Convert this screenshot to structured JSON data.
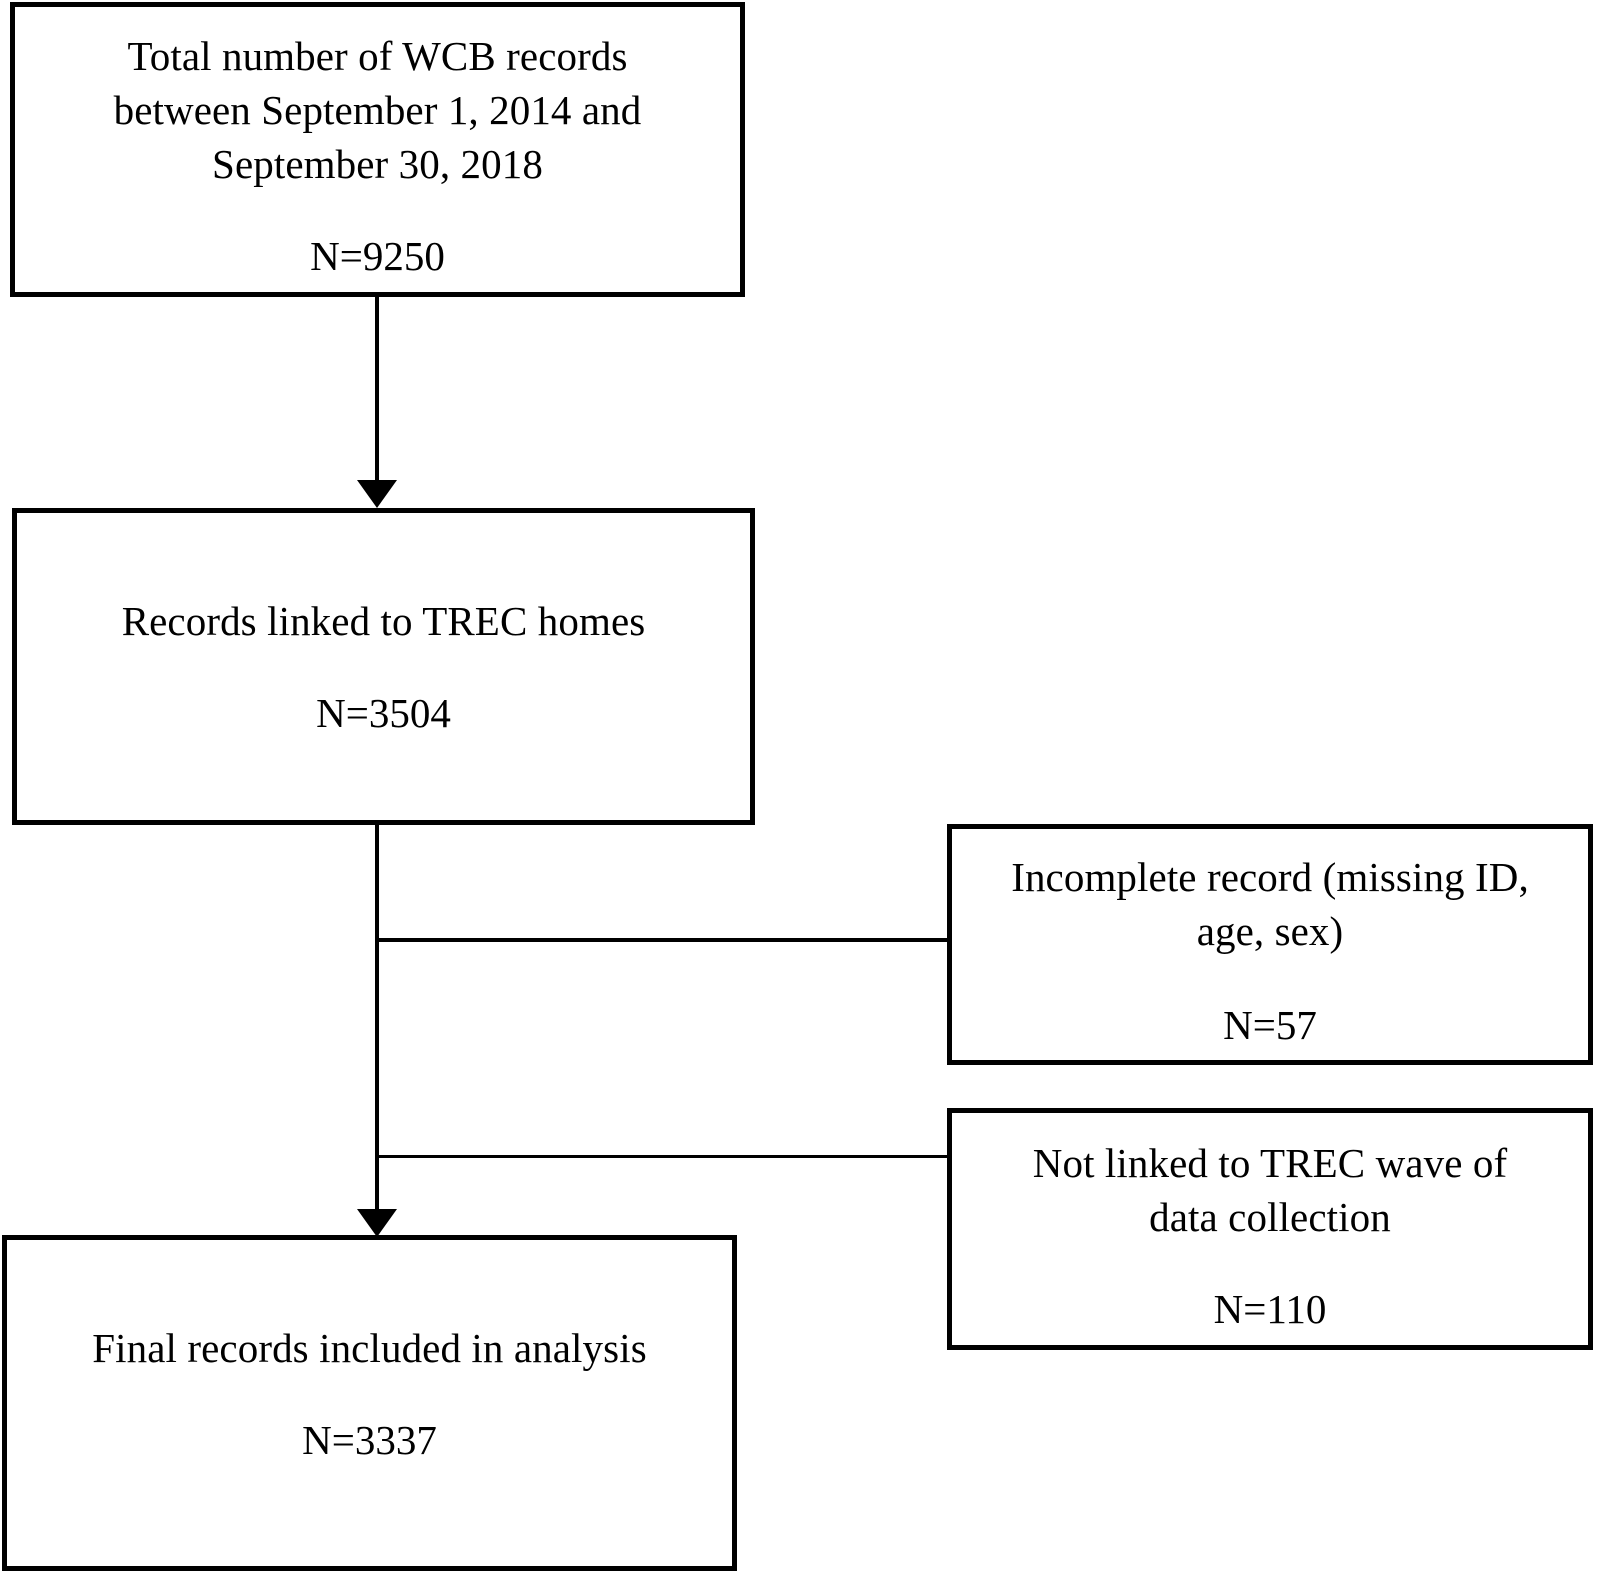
{
  "diagram": {
    "type": "flowchart",
    "orientation": "top-to-bottom",
    "nodes": [
      {
        "id": "total-records",
        "lines": [
          "Total number of WCB records",
          "between September 1, 2014 and",
          "September 30, 2018"
        ],
        "count": "N=9250"
      },
      {
        "id": "linked-trec-homes",
        "lines": [
          "Records linked to TREC homes"
        ],
        "count": "N=3504"
      },
      {
        "id": "incomplete-record",
        "lines": [
          "Incomplete record (missing ID,",
          "age, sex)"
        ],
        "count": "N=57"
      },
      {
        "id": "not-linked-wave",
        "lines": [
          "Not linked to TREC wave of",
          "data collection"
        ],
        "count": "N=110"
      },
      {
        "id": "final-records",
        "lines": [
          "Final records included in analysis"
        ],
        "count": "N=3337"
      }
    ],
    "colors": {
      "border": "#000000",
      "background": "#ffffff",
      "text": "#000000"
    }
  }
}
